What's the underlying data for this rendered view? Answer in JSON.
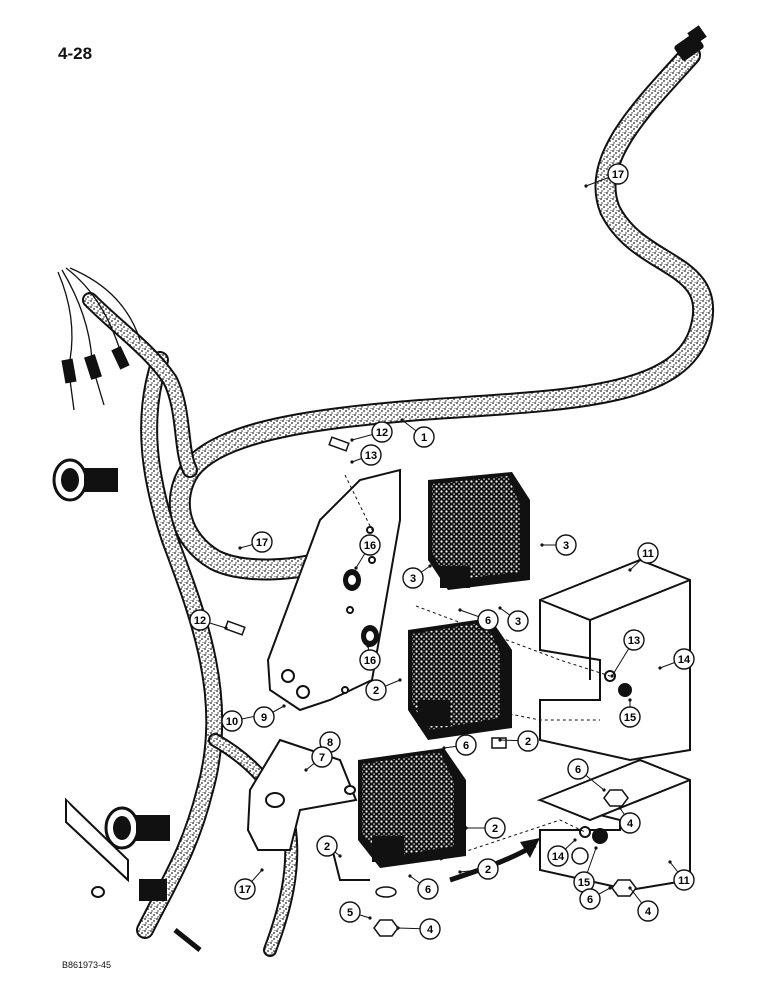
{
  "page": {
    "page_number": "4-28",
    "drawing_code": "B861973-45"
  },
  "callouts": [
    {
      "id": "c17a",
      "label": "17"
    },
    {
      "id": "c12a",
      "label": "12"
    },
    {
      "id": "c1",
      "label": "1"
    },
    {
      "id": "c13a",
      "label": "13"
    },
    {
      "id": "c3a",
      "label": "3"
    },
    {
      "id": "c3b",
      "label": "3"
    },
    {
      "id": "c3c",
      "label": "3"
    },
    {
      "id": "c17b",
      "label": "17"
    },
    {
      "id": "c16a",
      "label": "16"
    },
    {
      "id": "c11a",
      "label": "11"
    },
    {
      "id": "c6a",
      "label": "6"
    },
    {
      "id": "c12b",
      "label": "12"
    },
    {
      "id": "c16b",
      "label": "16"
    },
    {
      "id": "c13b",
      "label": "13"
    },
    {
      "id": "c14a",
      "label": "14"
    },
    {
      "id": "c15a",
      "label": "15"
    },
    {
      "id": "c2a",
      "label": "2"
    },
    {
      "id": "c10",
      "label": "10"
    },
    {
      "id": "c9",
      "label": "9"
    },
    {
      "id": "c2b",
      "label": "2"
    },
    {
      "id": "c8",
      "label": "8"
    },
    {
      "id": "c7",
      "label": "7"
    },
    {
      "id": "c6b",
      "label": "6"
    },
    {
      "id": "c6c",
      "label": "6"
    },
    {
      "id": "c4a",
      "label": "4"
    },
    {
      "id": "c2c",
      "label": "2"
    },
    {
      "id": "c2d",
      "label": "2"
    },
    {
      "id": "c2e",
      "label": "2"
    },
    {
      "id": "c14b",
      "label": "14"
    },
    {
      "id": "c15b",
      "label": "15"
    },
    {
      "id": "c17c",
      "label": "17"
    },
    {
      "id": "c6d",
      "label": "6"
    },
    {
      "id": "c11b",
      "label": "11"
    },
    {
      "id": "c5",
      "label": "5"
    },
    {
      "id": "c6e",
      "label": "6"
    },
    {
      "id": "c4b",
      "label": "4"
    },
    {
      "id": "c4c",
      "label": "4"
    }
  ]
}
